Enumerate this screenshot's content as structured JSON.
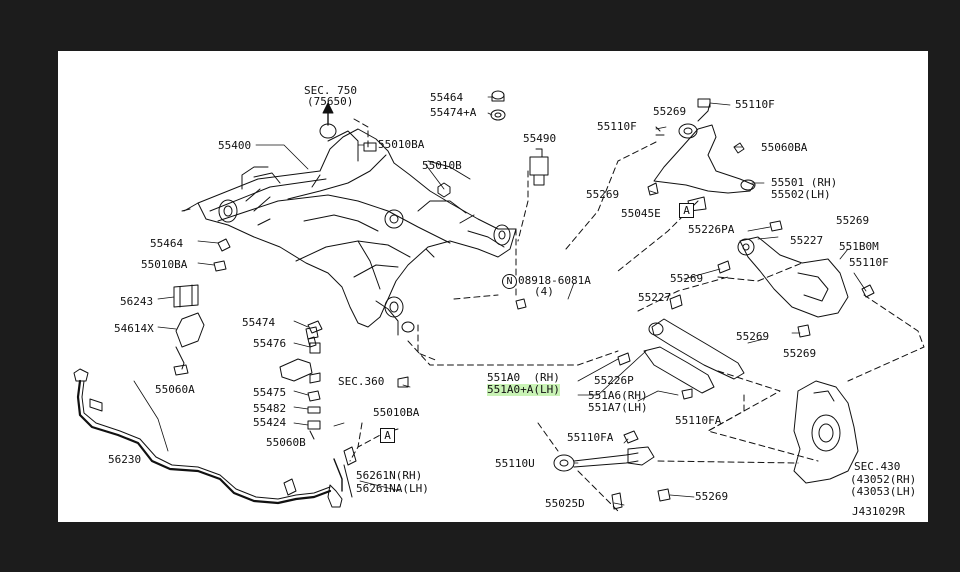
{
  "diagram": {
    "section_ref": "SEC. 750",
    "section_ref_sub": "(75650)",
    "drawing_id": "J431029R",
    "view_marker": "A",
    "bolt_circle_marker": "N",
    "labels": {
      "p55464_top": "55464",
      "p55474a": "55474+A",
      "p55490": "55490",
      "p55269_a": "55269",
      "p55110f_a": "55110F",
      "p55110f_b": "55110F",
      "p55400": "55400",
      "p55010ba_a": "55010BA",
      "p55010b": "55010B",
      "p55060ba": "55060BA",
      "p55501": "55501 (RH)",
      "p55502": "55502(LH)",
      "p55269_b": "55269",
      "p55045e": "55045E",
      "p55226pa": "55226PA",
      "p55227_a": "55227",
      "p551b0m": "551B0M",
      "p55269_c": "55269",
      "p55110f_c": "55110F",
      "p55464_left": "55464",
      "p55010ba_b": "55010BA",
      "p08918": "08918-6081A",
      "p08918_qty": "(4)",
      "p55269_d": "55269",
      "p56243": "56243",
      "p54614x": "54614X",
      "p55474": "55474",
      "p55227_b": "55227",
      "p55269_e": "55269",
      "p55269_f": "55269",
      "p55476": "55476",
      "p55060a": "55060A",
      "sec360": "SEC.360",
      "p55475": "55475",
      "p55482": "55482",
      "p55424": "55424",
      "p55010ba_c": "55010BA",
      "p551a0": "551A0  (RH)",
      "p551a0a": "551A0+A(LH)",
      "p55226p": "55226P",
      "p551a6": "551A6(RH)",
      "p551a7": "551A7(LH)",
      "p55110fa_a": "55110FA",
      "p55060b": "55060B",
      "p56230": "56230",
      "p56261n": "56261N(RH)",
      "p56261na": "56261NA(LH)",
      "p55110fa_b": "55110FA",
      "p55110u": "55110U",
      "sec430": "SEC.430",
      "p43052": "(43052(RH)",
      "p43053": "(43053(LH)",
      "p55269_g": "55269",
      "p55025d": "55025D"
    }
  }
}
